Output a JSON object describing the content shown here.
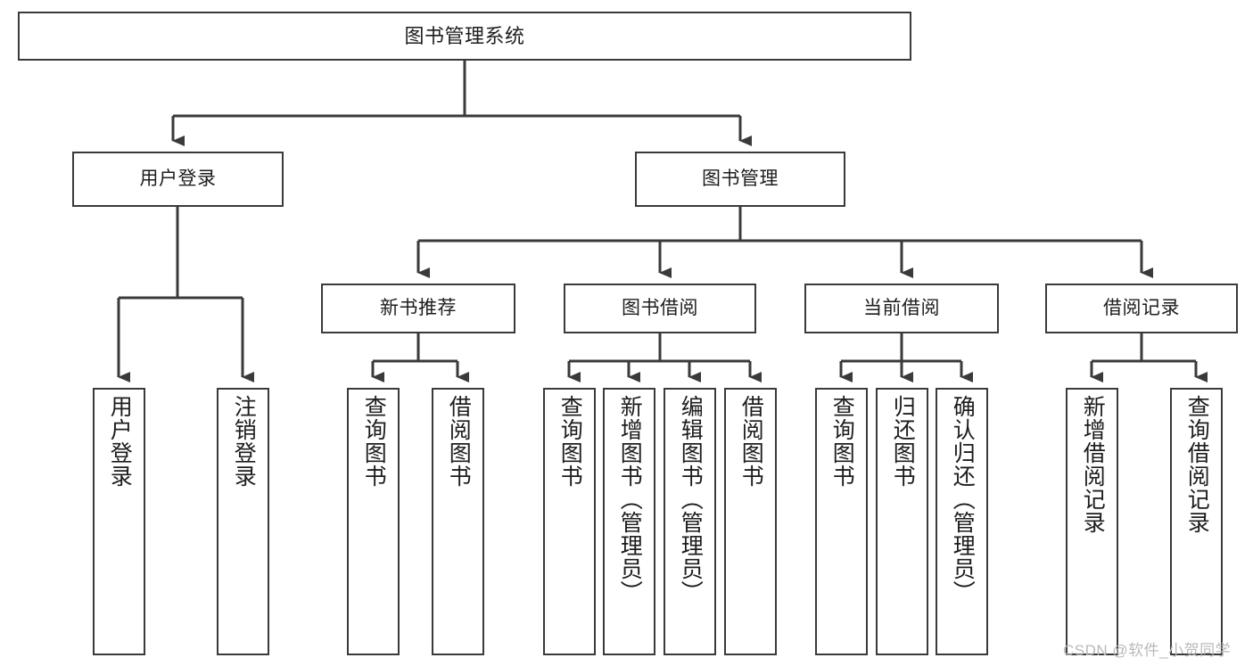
{
  "diagram": {
    "title": "图书管理系统",
    "type": "功能结构图",
    "colors": {
      "stroke": "#3a3a3a",
      "fill": "#ffffff",
      "text": "#1d1d1d",
      "background": "#ffffff",
      "watermark": "#b9b9b9"
    }
  },
  "nodes": {
    "root": {
      "label": "图书管理系统"
    },
    "level2": [
      {
        "label": "用户登录"
      },
      {
        "label": "图书管理"
      }
    ],
    "level3": [
      {
        "label": "新书推荐"
      },
      {
        "label": "图书借阅"
      },
      {
        "label": "当前借阅"
      },
      {
        "label": "借阅记录"
      }
    ],
    "leaves": {
      "user_login": [
        {
          "label": "用户登录"
        },
        {
          "label": "注销登录"
        }
      ],
      "new_book_recommend": [
        {
          "label": "查询图书"
        },
        {
          "label": "借阅图书"
        }
      ],
      "book_borrow": [
        {
          "label": "查询图书"
        },
        {
          "label": "新增图书（管理员）"
        },
        {
          "label": "编辑图书（管理员）"
        },
        {
          "label": "借阅图书"
        }
      ],
      "current_borrow": [
        {
          "label": "查询图书"
        },
        {
          "label": "归还图书"
        },
        {
          "label": "确认归还（管理员）"
        }
      ],
      "borrow_record": [
        {
          "label": "新增借阅记录"
        },
        {
          "label": "查询借阅记录"
        }
      ]
    }
  },
  "watermark": {
    "text": "CSDN @软件_小贺同学"
  }
}
